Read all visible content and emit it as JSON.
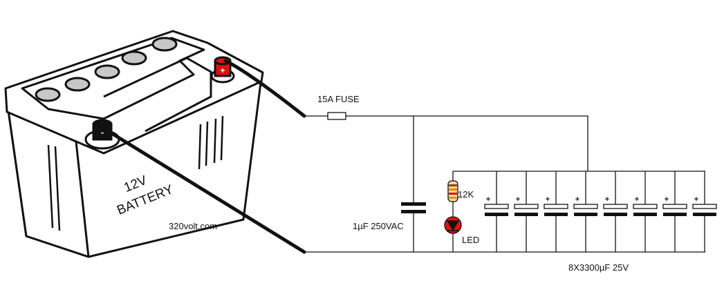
{
  "battery": {
    "voltage": "12V",
    "label": "BATTERY",
    "positive_symbol": "+",
    "negative_symbol": "-"
  },
  "website": "320volt.com",
  "fuse": {
    "label": "15A FUSE"
  },
  "capacitor_filter": {
    "label": "1µF 250VAC"
  },
  "resistor": {
    "label": "12K"
  },
  "led": {
    "label": "LED"
  },
  "capacitor_bank": {
    "label": "8X3300µF 25V",
    "count": 8,
    "polarity_symbol": "+"
  },
  "colors": {
    "line": "#111111",
    "battery_body": "#ffffff",
    "cell_cap": "#c8c8c8",
    "positive_terminal": "#e01010",
    "negative_terminal": "#111111",
    "led_fill": "#e01010",
    "resistor_body": "#f0d9a0",
    "resistor_bands": [
      "#8b4513",
      "#ff7f00",
      "#e01010",
      "#d4a017"
    ]
  }
}
